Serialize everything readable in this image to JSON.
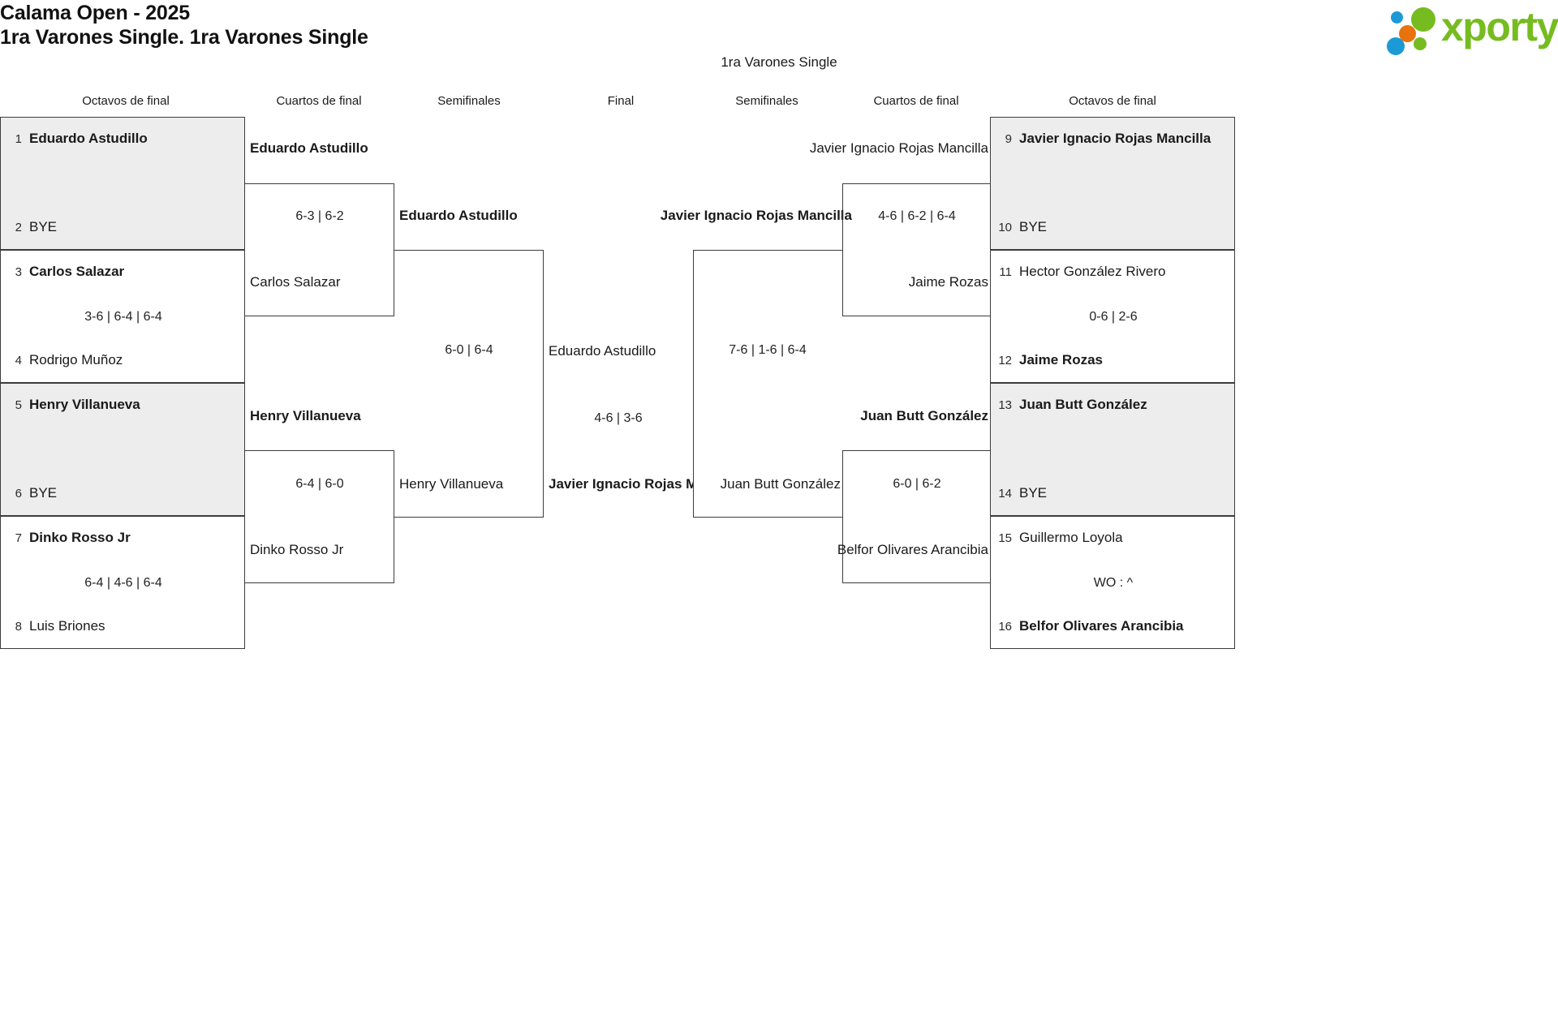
{
  "header": {
    "title_line1": "Calama Open - 2025",
    "title_line2": "1ra Varones Single. 1ra Varones Single",
    "logo_text": "xporty"
  },
  "bracket_title": "1ra Varones Single",
  "round_headers": {
    "left_r16": "Octavos de final",
    "left_qf": "Cuartos de final",
    "left_sf": "Semifinales",
    "final": "Final",
    "right_sf": "Semifinales",
    "right_qf": "Cuartos de final",
    "right_r16": "Octavos de final"
  },
  "left": {
    "r16": [
      {
        "top": {
          "seed": "1",
          "name": "Eduardo Astudillo",
          "winner": true
        },
        "bottom": {
          "seed": "2",
          "name": "BYE",
          "winner": false
        },
        "score": "",
        "bye": true
      },
      {
        "top": {
          "seed": "3",
          "name": "Carlos Salazar",
          "winner": true
        },
        "bottom": {
          "seed": "4",
          "name": "Rodrigo Muñoz",
          "winner": false
        },
        "score": "3-6 | 6-4 | 6-4",
        "bye": false
      },
      {
        "top": {
          "seed": "5",
          "name": "Henry Villanueva",
          "winner": true
        },
        "bottom": {
          "seed": "6",
          "name": "BYE",
          "winner": false
        },
        "score": "",
        "bye": true
      },
      {
        "top": {
          "seed": "7",
          "name": "Dinko Rosso Jr",
          "winner": true
        },
        "bottom": {
          "seed": "8",
          "name": "Luis Briones",
          "winner": false
        },
        "score": "6-4 | 4-6 | 6-4",
        "bye": false
      }
    ],
    "qf": [
      {
        "top": {
          "name": "Eduardo Astudillo",
          "winner": true
        },
        "bottom": {
          "name": "Carlos Salazar",
          "winner": false
        },
        "score": "6-3 | 6-2"
      },
      {
        "top": {
          "name": "Henry Villanueva",
          "winner": true
        },
        "bottom": {
          "name": "Dinko Rosso Jr",
          "winner": false
        },
        "score": "6-4 | 6-0"
      }
    ],
    "sf": [
      {
        "top": {
          "name": "Eduardo Astudillo",
          "winner": true
        },
        "bottom": {
          "name": "Henry Villanueva",
          "winner": false
        },
        "score": "6-0 | 6-4"
      }
    ]
  },
  "right": {
    "r16": [
      {
        "top": {
          "seed": "9",
          "name": "Javier Ignacio Rojas Mancilla",
          "winner": true
        },
        "bottom": {
          "seed": "10",
          "name": "BYE",
          "winner": false
        },
        "score": "",
        "bye": true
      },
      {
        "top": {
          "seed": "11",
          "name": "Hector González Rivero",
          "winner": false
        },
        "bottom": {
          "seed": "12",
          "name": "Jaime Rozas",
          "winner": true
        },
        "score": "0-6 | 2-6",
        "bye": false
      },
      {
        "top": {
          "seed": "13",
          "name": "Juan Butt González",
          "winner": true
        },
        "bottom": {
          "seed": "14",
          "name": "BYE",
          "winner": false
        },
        "score": "",
        "bye": true
      },
      {
        "top": {
          "seed": "15",
          "name": "Guillermo Loyola",
          "winner": false
        },
        "bottom": {
          "seed": "16",
          "name": "Belfor Olivares Arancibia",
          "winner": true
        },
        "score": "WO : ^",
        "bye": false
      }
    ],
    "qf": [
      {
        "top": {
          "name": "Javier Ignacio Rojas Mancilla",
          "winner": false
        },
        "bottom": {
          "name": "Jaime Rozas",
          "winner": false
        },
        "score": "4-6 | 6-2 | 6-4"
      },
      {
        "top": {
          "name": "Juan Butt González",
          "winner": true
        },
        "bottom": {
          "name": "Belfor Olivares Arancibia",
          "winner": false
        },
        "score": "6-0 | 6-2"
      }
    ],
    "sf": [
      {
        "top": {
          "name": "Javier Ignacio Rojas Mancilla",
          "winner": true
        },
        "bottom": {
          "name": "Juan Butt González",
          "winner": false
        },
        "score": "7-6 | 1-6 | 6-4"
      }
    ]
  },
  "final": {
    "top": {
      "name": "Eduardo Astudillo",
      "winner": false
    },
    "bottom": {
      "name": "Javier Ignacio Rojas Mancilla",
      "winner": true
    },
    "score": "4-6 | 3-6"
  }
}
